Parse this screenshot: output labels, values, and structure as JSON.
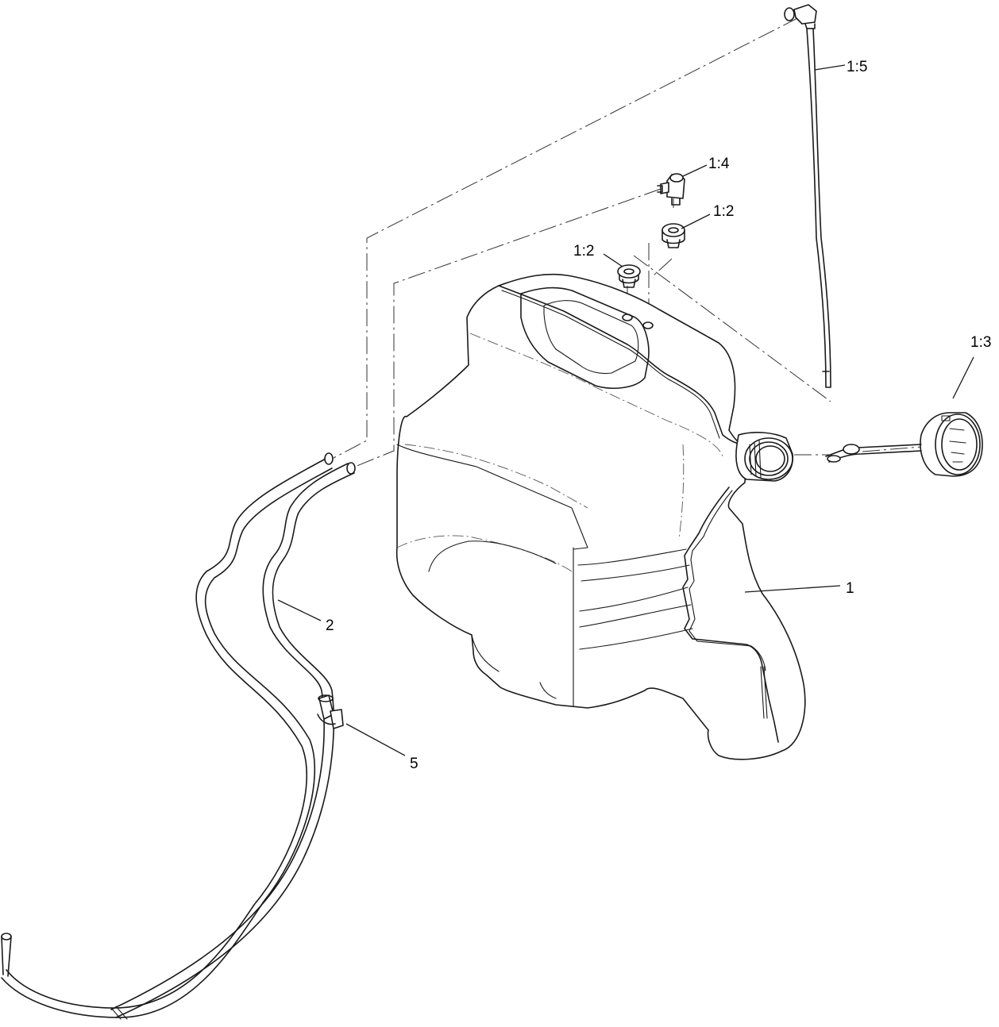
{
  "callouts": {
    "tank": "1",
    "grommet_left": "1:2",
    "grommet_right": "1:2",
    "cap": "1:3",
    "elbow_fitting": "1:4",
    "pickup_tube": "1:5",
    "fuel_hose": "2",
    "hose_clamp": "5"
  },
  "colors": {
    "line": "#1a1a1a",
    "background": "#ffffff"
  }
}
